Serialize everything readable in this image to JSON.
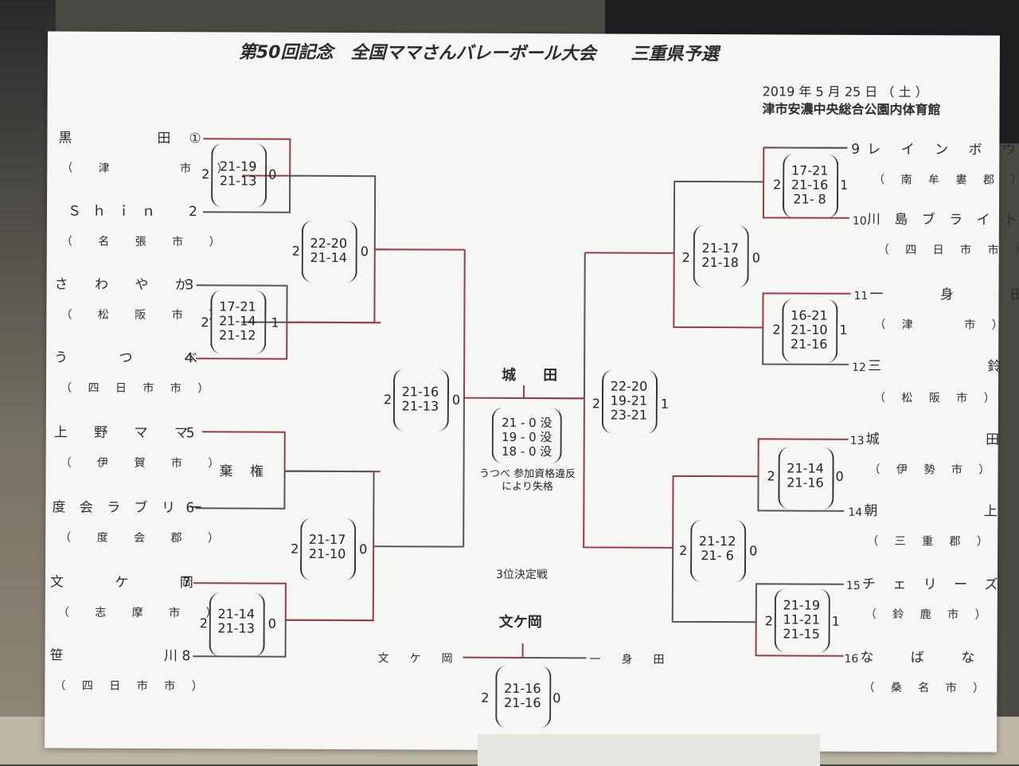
{
  "header": {
    "title": "第50回記念　全国ママさんバレーボール大会　　三重県予選",
    "date": "2019 年 5 月 25 日 （ 土 ）",
    "venue": "津市安濃中央総合公園内体育館"
  },
  "teams": [
    {
      "seed": "①",
      "name": "黒　　　田",
      "city": "（ 津 　　市 ）"
    },
    {
      "seed": "2",
      "name": "Ｓｈｉｎ",
      "city": "（ 名 張 市 ）"
    },
    {
      "seed": "3",
      "name": "さ わ や か",
      "city": "（ 松 阪 市 ）"
    },
    {
      "seed": "4",
      "name": "う 　つ　 べ",
      "city": "（ 四 日 市 市 ）"
    },
    {
      "seed": "5",
      "name": "上 野 マ マ",
      "city": "（ 伊 賀 市 ）"
    },
    {
      "seed": "6",
      "name": "度 会 ラ ブ リ ー",
      "city": "（ 度 会 郡 ）"
    },
    {
      "seed": "7",
      "name": "文 　ケ　 岡",
      "city": "（ 志 摩 市 ）"
    },
    {
      "seed": "8",
      "name": "笹 　　　川",
      "city": "（ 四 日 市 市 ）"
    },
    {
      "seed": "9",
      "name": "レ イ ン ボ ウ",
      "city": "（ 南 牟 婁 郡 ）"
    },
    {
      "seed": "10",
      "name": "川 島 ブ ラ イ ト",
      "city": "（ 四 日 市 市 ）"
    },
    {
      "seed": "11",
      "name": "一 　　身 　　田",
      "city": "（ 津 　　市 ）"
    },
    {
      "seed": "12",
      "name": "三 　　　　鈴",
      "city": "（ 松 阪 市 ）"
    },
    {
      "seed": "13",
      "name": "城 　　　　田",
      "city": "（ 伊 勢 市 ）"
    },
    {
      "seed": "14",
      "name": "朝 　　　　上",
      "city": "（ 三 重 郡 ）"
    },
    {
      "seed": "15",
      "name": "チ ェ リ ー ズ",
      "city": "（ 鈴 鹿 市 ）"
    },
    {
      "seed": "16",
      "name": "な 　ば 　な",
      "city": "（ 桑 名 市 ）"
    }
  ],
  "matches": {
    "m1": {
      "left": "2",
      "sets": [
        "21-19",
        "21-13"
      ],
      "right": "0"
    },
    "m2": {
      "left": "2",
      "sets": [
        "17-21",
        "21-14",
        "21-12"
      ],
      "right": "1"
    },
    "m3": {
      "forfeit_label": "棄 権"
    },
    "m4": {
      "left": "2",
      "sets": [
        "21-14",
        "21-13"
      ],
      "right": "0"
    },
    "m5": {
      "left": "2",
      "sets": [
        "17-21",
        "21-16",
        "21- 8"
      ],
      "right": "1"
    },
    "m6": {
      "left": "2",
      "sets": [
        "16-21",
        "21-10",
        "21-16"
      ],
      "right": "1"
    },
    "m7": {
      "left": "2",
      "sets": [
        "21-14",
        "21-16"
      ],
      "right": "0"
    },
    "m8": {
      "left": "2",
      "sets": [
        "21-19",
        "11-21",
        "21-15"
      ],
      "right": "1"
    },
    "qf1": {
      "left": "2",
      "sets": [
        "22-20",
        "21-14"
      ],
      "right": "0"
    },
    "qf2": {
      "left": "2",
      "sets": [
        "21-17",
        "21-10"
      ],
      "right": "0"
    },
    "qf3": {
      "left": "2",
      "sets": [
        "21-17",
        "21-18"
      ],
      "right": "0"
    },
    "qf4": {
      "left": "2",
      "sets": [
        "21-12",
        "21- 6"
      ],
      "right": "0"
    },
    "sf1": {
      "left": "2",
      "sets": [
        "21-16",
        "21-13"
      ],
      "right": "0"
    },
    "sf2": {
      "left": "2",
      "sets": [
        "22-20",
        "19-21",
        "23-21"
      ],
      "right": "1"
    },
    "final": {
      "sets": [
        "21 - 0 没",
        "19 - 0 没",
        "18 - 0 没"
      ],
      "note": "うつべ 参加資格違反\nにより失格"
    },
    "third": {
      "left": "2",
      "sets": [
        "21-16",
        "21-16"
      ],
      "right": "0"
    }
  },
  "champion": "城　田",
  "third_place": {
    "label": "3位決定戦",
    "winner": "文ケ岡",
    "team_left": "文　ケ　岡",
    "team_right": "一　身　田"
  }
}
